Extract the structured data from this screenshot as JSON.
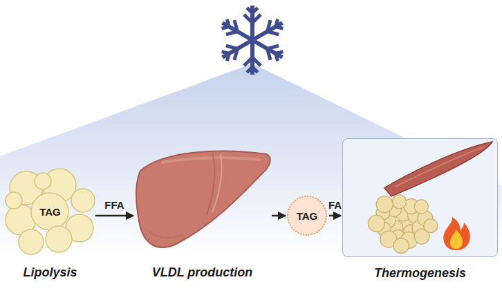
{
  "diagram": {
    "nodes": [
      {
        "text": [
          "TAG",
          "Lipolysis"
        ]
      },
      {
        "text": [
          "VLDL production"
        ]
      },
      {
        "text": [
          "TAG"
        ]
      },
      {
        "text": [
          "Thermogenesis"
        ]
      }
    ],
    "edges": [
      {
        "from": 0,
        "to": 1,
        "arrow": "to",
        "label": "FFA"
      },
      {
        "from": 1,
        "to": 2,
        "arrow": "to"
      },
      {
        "from": 2,
        "to": 3,
        "arrow": "to",
        "label": "FA"
      }
    ]
  }
}
